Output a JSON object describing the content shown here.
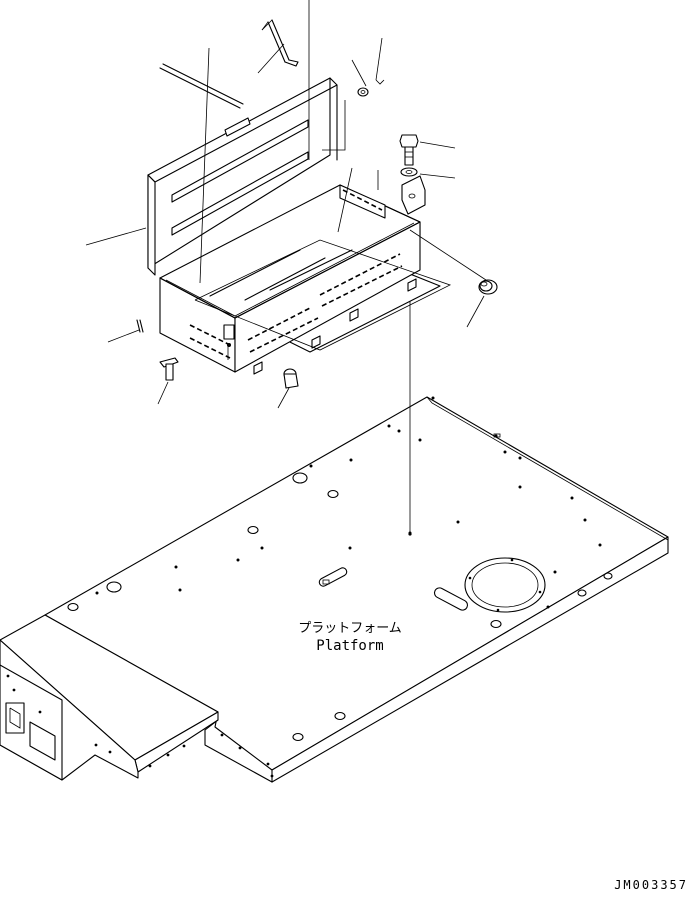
{
  "drawing": {
    "label_jp": "プラットフォーム",
    "label_en": "Platform",
    "drawing_number": "JM003357"
  },
  "colors": {
    "line": "#000000",
    "background": "#ffffff"
  },
  "parts": [
    "toolbox-lid-icon",
    "toolbox-body-icon",
    "bolt-icon",
    "washer-icon",
    "bracket-icon",
    "rubber-stopper-icon",
    "pin-icon",
    "hinge-pin-icon",
    "stay-rod-icon",
    "platform-plate-icon",
    "access-cover-icon"
  ]
}
